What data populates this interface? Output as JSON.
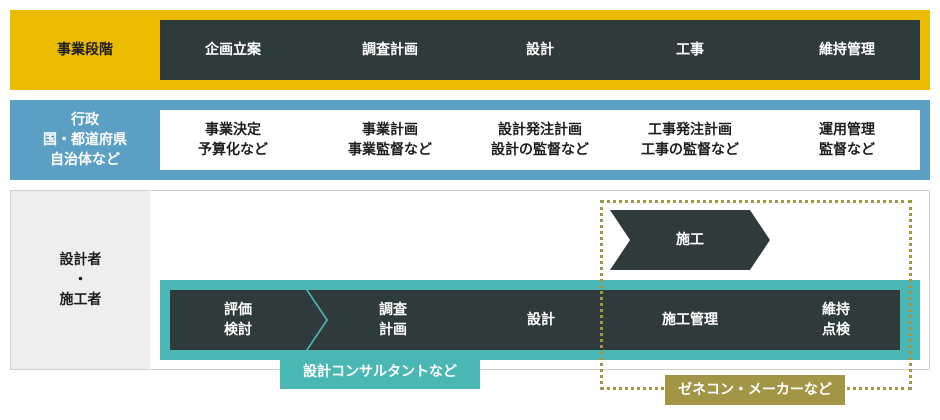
{
  "colors": {
    "yellow": "#ebbb00",
    "blue": "#5b9fc4",
    "teal": "#4ab7b4",
    "dark": "#2f3b3b",
    "olive": "#a39546",
    "panel_grey": "#eeeeee",
    "white": "#ffffff"
  },
  "row1": {
    "label": "事業段階",
    "stages": [
      "企画立案",
      "調査計画",
      "設計",
      "工事",
      "維持管理"
    ]
  },
  "row2": {
    "label": "行政\n国・都道府県\n自治体など",
    "stages": [
      "事業決定\n予算化など",
      "事業計画\n事業監督など",
      "設計発注計画\n設計の監督など",
      "工事発注計画\n工事の監督など",
      "運用管理\n監督など"
    ]
  },
  "row3": {
    "label": "設計者\n・\n施工者",
    "contractor_top": "施工",
    "stages": [
      "評価\n検討",
      "調査\n計画",
      "設計",
      "施工管理",
      "維持\n点検"
    ],
    "consultant_tag": "設計コンサルタントなど",
    "general_contractor_tag": "ゼネコン・メーカーなど"
  }
}
